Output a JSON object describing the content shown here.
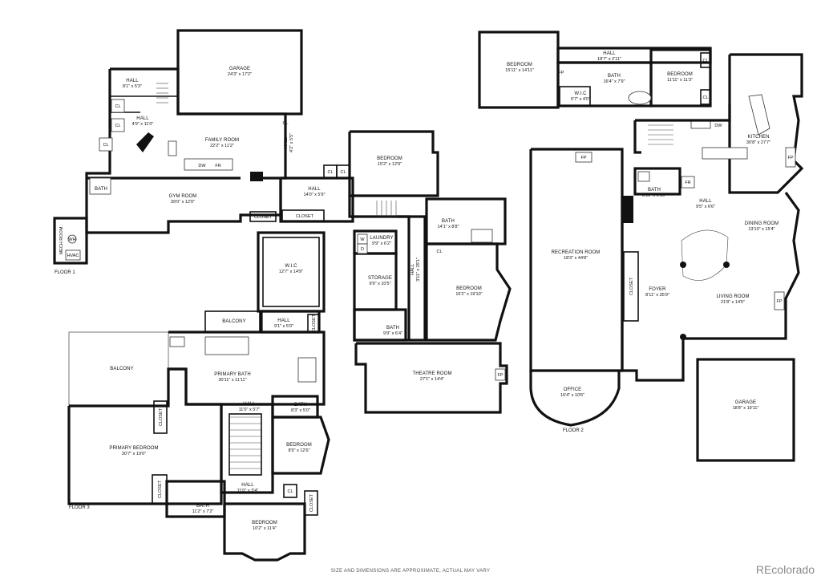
{
  "floor_labels": {
    "floor1": "FLOOR 1",
    "floor2": "FLOOR 2",
    "floor3": "FLOOR 3"
  },
  "rooms": {
    "garage1": {
      "name": "GARAGE",
      "dims": "24'3\" x 17'2\""
    },
    "hall_a": {
      "name": "HALL",
      "dims": "8'1\" x 5'3\""
    },
    "hall_b": {
      "name": "HALL",
      "dims": "4'9\" x 11'0\""
    },
    "family": {
      "name": "FAMILY ROOM",
      "dims": "22'2\" x 11'2\""
    },
    "hall_v1": {
      "name": "HALL",
      "dims": "4'2\" x 5'5\""
    },
    "gym": {
      "name": "GYM ROOM",
      "dims": "39'0\" x 12'0\""
    },
    "hall_c": {
      "name": "HALL",
      "dims": "14'0\" x 5'9\""
    },
    "bed_f1": {
      "name": "BEDROOM",
      "dims": "15'2\" x 12'9\""
    },
    "laundry": {
      "name": "LAUNDRY",
      "dims": "9'9\" x 6'2\""
    },
    "storage": {
      "name": "STORAGE",
      "dims": "9'9\" x 10'5\""
    },
    "hall_v2": {
      "name": "HALL",
      "dims": "3'11\" x 29'1\""
    },
    "bath_f1a": {
      "name": "BATH",
      "dims": "14'1\" x 8'8\""
    },
    "bed_f1b": {
      "name": "BEDROOM",
      "dims": "16'2\" x 19'10\""
    },
    "bath_f1b": {
      "name": "BATH",
      "dims": "9'9\" x 6'4\""
    },
    "theatre": {
      "name": "THEATRE ROOM",
      "dims": "27'1\" x 14'4\""
    },
    "wic": {
      "name": "W.I.C",
      "dims": "12'7\" x 14'9\""
    },
    "hall_d": {
      "name": "HALL",
      "dims": "9'1\" x 5'0\""
    },
    "primary_bath": {
      "name": "PRIMARY BATH",
      "dims": "30'11\" x 11'11\""
    },
    "primary_bed": {
      "name": "PRIMARY BEDROOM",
      "dims": "30'7\" x 19'0\""
    },
    "hall_e": {
      "name": "HALL",
      "dims": "11'0\" x 5'7\""
    },
    "bath_f3a": {
      "name": "BATH",
      "dims": "8'3\" x 5'0\""
    },
    "bed_f3a": {
      "name": "BEDROOM",
      "dims": "8'9\" x 12'6\""
    },
    "hall_f": {
      "name": "HALL",
      "dims": "11'0\" x 3'4\""
    },
    "bath_f3b": {
      "name": "BATH",
      "dims": "11'2\" x 7'2\""
    },
    "bed_f3b": {
      "name": "BEDROOM",
      "dims": "10'2\" x 11'4\""
    },
    "bed_top1": {
      "name": "BEDROOM",
      "dims": "15'11\" x 14'11\""
    },
    "hall_top": {
      "name": "HALL",
      "dims": "18'7\" x 2'11\""
    },
    "bath_top": {
      "name": "BATH",
      "dims": "16'4\" x 7'9\""
    },
    "wic_top": {
      "name": "W.I.C",
      "dims": "6'7\" x 4'0\""
    },
    "bed_top2": {
      "name": "BEDROOM",
      "dims": "11'11\" x 11'3\""
    },
    "kitchen": {
      "name": "KITCHEN",
      "dims": "30'8\" x 27'7\""
    },
    "recreation": {
      "name": "RECREATION ROOM",
      "dims": "18'3\" x 44'8\""
    },
    "bath_f2": {
      "name": "BATH",
      "dims": "8'11\" x 6'10\""
    },
    "hall_f2": {
      "name": "HALL",
      "dims": "9'5\" x 6'6\""
    },
    "dining": {
      "name": "DINING ROOM",
      "dims": "13'10\" x 15'4\""
    },
    "foyer": {
      "name": "FOYER",
      "dims": "8'11\" x 35'9\""
    },
    "living": {
      "name": "LIVING ROOM",
      "dims": "21'8\" x 14'5\""
    },
    "office": {
      "name": "OFFICE",
      "dims": "16'4\" x 10'6\""
    },
    "garage2": {
      "name": "GARAGE",
      "dims": "18'8\" x 19'11\""
    }
  },
  "simple_labels": {
    "balcony": "BALCONY",
    "closet": "CLOSET",
    "cl": "CL",
    "mech_room": "MECH ROOM",
    "wh": "WH",
    "hvac": "HVAC",
    "dw": "DW",
    "fr": "FR",
    "fp": "FP",
    "w": "W",
    "d": "D"
  },
  "footer": {
    "disclaimer": "SIZE AND DIMENSIONS ARE APPROXIMATE, ACTUAL MAY VARY",
    "brand": "REcolorado"
  }
}
